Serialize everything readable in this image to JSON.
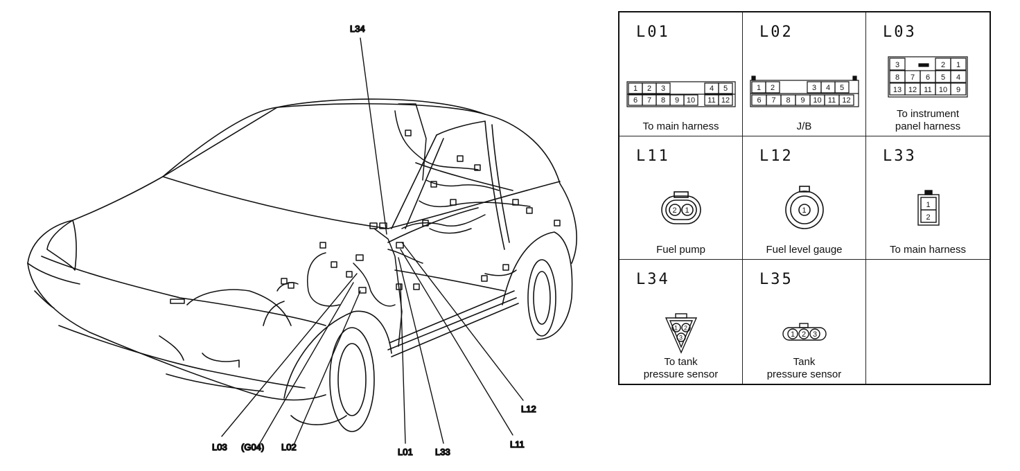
{
  "callouts": {
    "l34": "L34",
    "l12": "L12",
    "l03": "L03",
    "g04": "(G04)",
    "l02": "L02",
    "l01": "L01",
    "l33": "L33",
    "l11": "L11"
  },
  "connectors": [
    {
      "code": "L01",
      "desc1": "To main harness",
      "desc2": "",
      "pins_top": [
        "1",
        "2",
        "3",
        "4",
        "5"
      ],
      "pins_bottom": [
        "6",
        "7",
        "8",
        "9",
        "10",
        "11",
        "12"
      ]
    },
    {
      "code": "L02",
      "desc1": "J/B",
      "desc2": "",
      "pins_top": [
        "1",
        "2",
        "3",
        "4",
        "5"
      ],
      "pins_bottom": [
        "6",
        "7",
        "8",
        "9",
        "10",
        "11",
        "12"
      ]
    },
    {
      "code": "L03",
      "desc1": "To instrument",
      "desc2": "panel harness",
      "pins_row1": [
        "3",
        "2",
        "1"
      ],
      "pins_row2": [
        "8",
        "7",
        "6",
        "5",
        "4"
      ],
      "pins_row3": [
        "13",
        "12",
        "11",
        "10",
        "9"
      ]
    },
    {
      "code": "L11",
      "desc1": "Fuel pump",
      "desc2": "",
      "pins": [
        "2",
        "1"
      ]
    },
    {
      "code": "L12",
      "desc1": "Fuel level gauge",
      "desc2": "",
      "pins": [
        "1"
      ]
    },
    {
      "code": "L33",
      "desc1": "To main harness",
      "desc2": "",
      "pins": [
        "1",
        "2"
      ]
    },
    {
      "code": "L34",
      "desc1": "To tank",
      "desc2": "pressure sensor",
      "pins": [
        "1",
        "2",
        "3"
      ]
    },
    {
      "code": "L35",
      "desc1": "Tank",
      "desc2": "pressure sensor",
      "pins": [
        "1",
        "2",
        "3"
      ]
    },
    {
      "code": "",
      "desc1": "",
      "desc2": ""
    }
  ]
}
